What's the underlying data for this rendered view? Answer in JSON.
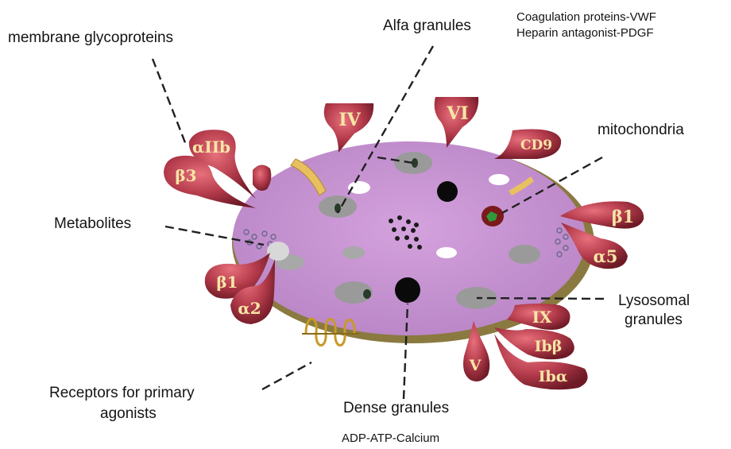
{
  "labels": {
    "membrane_glycoproteins": "membrane glycoproteins",
    "alfa_granules": "Alfa granules",
    "alfa_content_1": "Coagulation proteins-VWF",
    "alfa_content_2": "Heparin antagonist-PDGF",
    "mitochondria": "mitochondria",
    "metabolites": "Metabolites",
    "lysosomal_1": "Lysosomal",
    "lysosomal_2": "granules",
    "receptors_1": "Receptors for primary",
    "receptors_2": "agonists",
    "dense_granules": "Dense granules",
    "dense_content": "ADP-ATP-Calcium"
  },
  "glycoproteins": {
    "iv": "IV",
    "vi": "VI",
    "cd9": "CD9",
    "aiib": "αIIb",
    "b3": "β3",
    "b1_right": "β1",
    "a5": "α5",
    "b1_left": "β1",
    "a2": "α2",
    "ix": "IX",
    "ib_beta": "Ibβ",
    "ib_alpha": "Ibα",
    "v": "V"
  },
  "colors": {
    "cytoplasm": "#c58fd0",
    "membrane": "#8a7a40",
    "glycoprotein": "#b23a4a",
    "glycoprotein_text": "#f6e6a6",
    "granule_grey": "#9a9a9a",
    "dense_core": "#0a0a0a",
    "mitochondria": "#7a1a1a"
  }
}
